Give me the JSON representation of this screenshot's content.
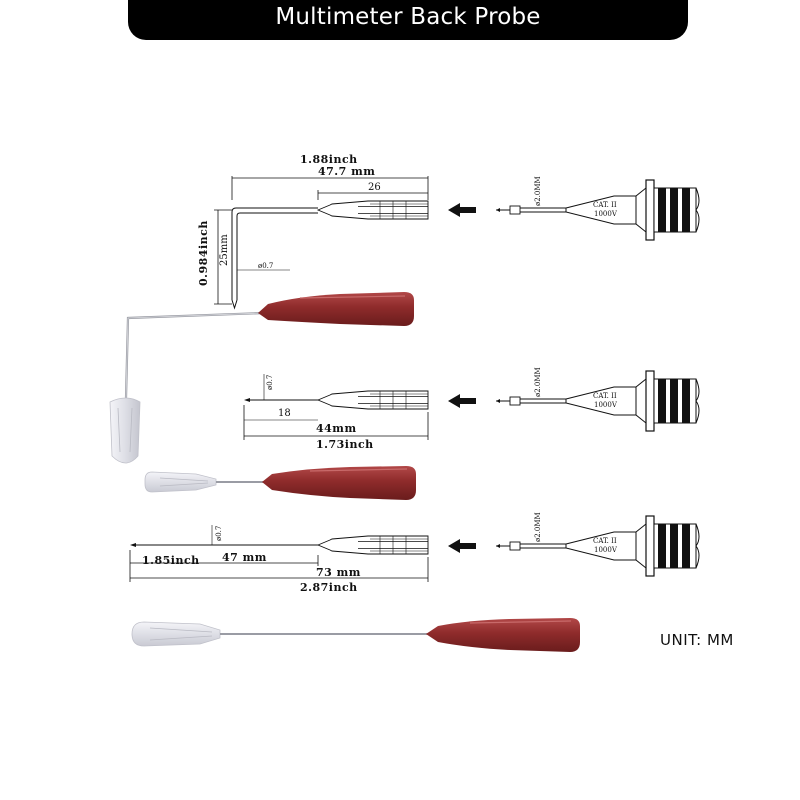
{
  "banner": {
    "title": "Multimeter Back Probe"
  },
  "unit_label": "UNIT: MM",
  "colors": {
    "probe_red": "#8e2b2b",
    "banner": "#000000",
    "cap": "#e4e4ea"
  },
  "probe_bent": {
    "total_inch": "1.88inch",
    "total_mm": "47.7 mm",
    "body_mm": "26",
    "height_inch": "0.984inch",
    "height_mm": "25mm",
    "tip_dia": "ø0.7"
  },
  "probe_short": {
    "tip_dia": "ø0.7",
    "tip_mm": "18",
    "total_mm": "44mm",
    "total_inch": "1.73inch"
  },
  "probe_long": {
    "tip_dia": "ø0.7",
    "pin_inch": "1.85inch",
    "pin_mm": "47 mm",
    "total_mm": "73 mm",
    "total_inch": "2.87inch"
  },
  "test_lead": {
    "tip_dia": "ø2.0MM",
    "cat": "CAT. II",
    "volt": "1000V"
  }
}
